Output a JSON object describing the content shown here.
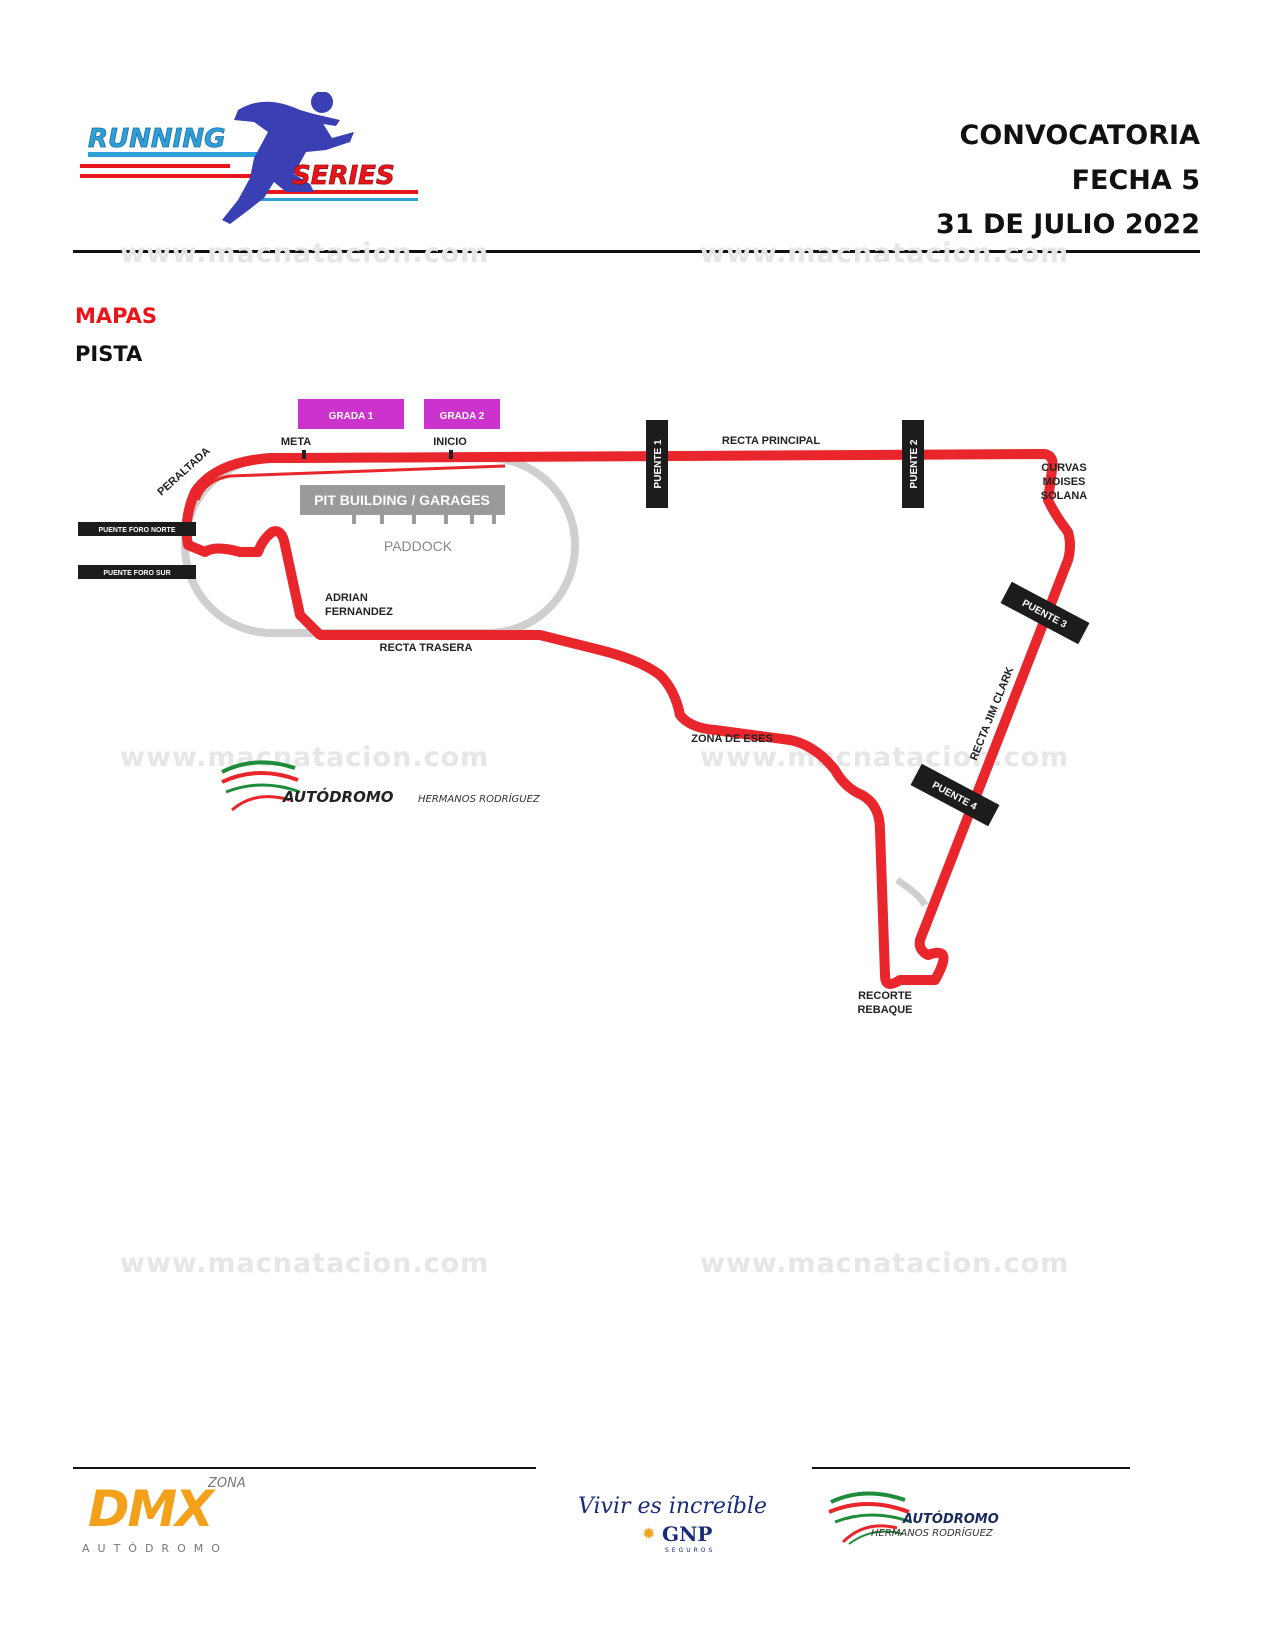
{
  "header": {
    "logo_word1": "RUNNING",
    "logo_word2": "SERIES",
    "line1": "CONVOCATORIA",
    "line2": "FECHA 5",
    "line3": "31 DE JULIO 2022"
  },
  "watermark": "www.macnatacion.com",
  "sections": {
    "title": "MAPAS",
    "subtitle": "PISTA"
  },
  "map": {
    "grada1": "GRADA 1",
    "grada2": "GRADA 2",
    "meta": "META",
    "inicio": "INICIO",
    "recta_principal": "RECTA PRINCIPAL",
    "puente1": "PUENTE 1",
    "puente2": "PUENTE 2",
    "puente3": "PUENTE 3",
    "puente4": "PUENTE 4",
    "curvas_1": "CURVAS",
    "curvas_2": "MOISES",
    "curvas_3": "SOLANA",
    "peraltada": "PERALTADA",
    "puente_foro_norte": "PUENTE FORO NORTE",
    "puente_foro_sur": "PUENTE FORO SUR",
    "pit_building": "PIT BUILDING / GARAGES",
    "paddock": "PADDOCK",
    "adrian_1": "ADRIAN",
    "adrian_2": "FERNANDEZ",
    "recta_trasera": "RECTA TRASERA",
    "zona_eses": "ZONA DE ESES",
    "recta_jim_clark": "RECTA JIM CLARK",
    "recorte_1": "RECORTE",
    "recorte_2": "REBAQUE",
    "autodromo_1": "AUTÓDROMO",
    "autodromo_2": "HERMANOS RODRÍGUEZ"
  },
  "footer": {
    "dmx_zona": "ZONA",
    "dmx_logo": "DMX",
    "dmx_sub": "AUTÓDROMO",
    "gnp_slogan": "Vivir es increíble",
    "gnp_name": "GNP",
    "gnp_sub": "SEGUROS",
    "autodromo_1": "AUTÓDROMO",
    "autodromo_2": "HERMANOS RODRÍGUEZ"
  },
  "colors": {
    "track": "#e8262b",
    "accent_red": "#e8151b",
    "magenta": "#cc33cc",
    "logo_blue": "#3a3fb3",
    "logo_cyan": "#2f9fd8",
    "dmx_orange": "#f3a11a"
  }
}
